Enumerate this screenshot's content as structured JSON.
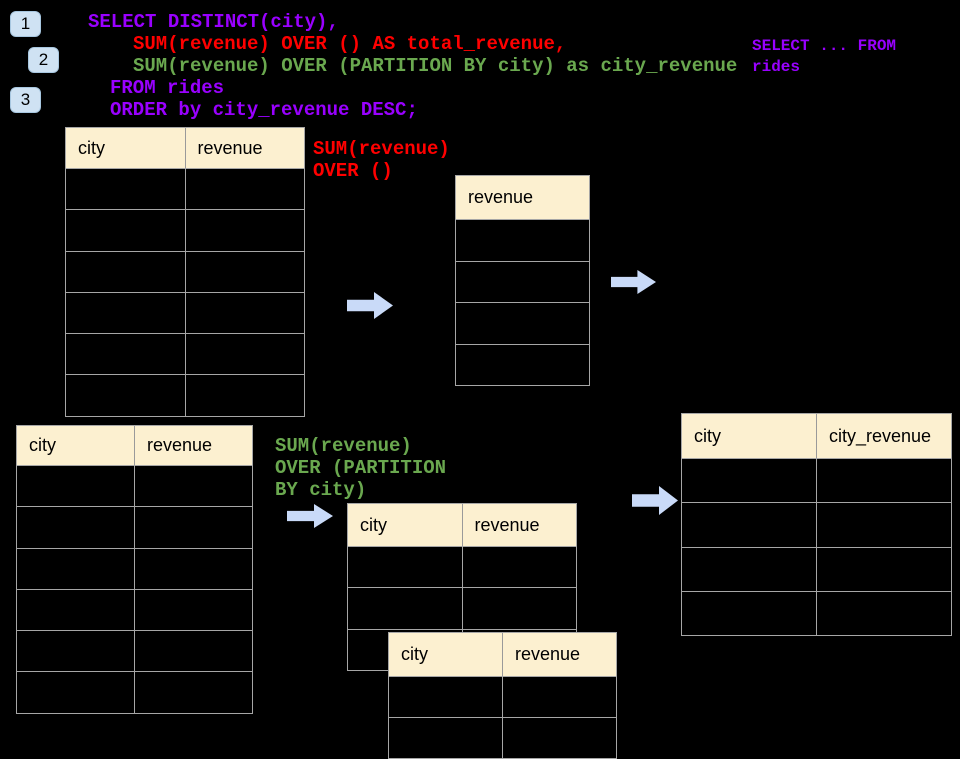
{
  "badges": [
    "1",
    "2",
    "3"
  ],
  "code": {
    "lines": [
      "SELECT DISTINCT(city),",
      "SUM(revenue) OVER () AS total_revenue,",
      "SUM(revenue) OVER (PARTITION BY city) as city_revenue",
      "FROM rides",
      "ORDER by city_revenue DESC;"
    ]
  },
  "side_note": {
    "lines": [
      "SELECT ... FROM",
      "rides"
    ]
  },
  "labels": {
    "total": [
      "SUM(revenue)",
      "OVER ()"
    ],
    "partition": [
      "SUM(revenue)",
      "OVER (PARTITION",
      "BY city)"
    ]
  },
  "tables": {
    "source_top": {
      "headers": [
        "city",
        "revenue"
      ],
      "row_count": 6
    },
    "total_result": {
      "headers": [
        "revenue"
      ],
      "row_count": 4
    },
    "source_bottom": {
      "headers": [
        "city",
        "revenue"
      ],
      "row_count": 6
    },
    "partition_mid": {
      "headers": [
        "city",
        "revenue"
      ],
      "row_count": 3
    },
    "partition_overlay": {
      "headers": [
        "city",
        "revenue"
      ],
      "row_count": 2
    },
    "result": {
      "headers": [
        "city",
        "city_revenue"
      ],
      "row_count": 4
    }
  },
  "colors": {
    "background": "#000000",
    "sql_keyword_purple": "#9900ff",
    "total_revenue_red": "#ff0000",
    "partition_green": "#6aa84f",
    "table_header_fill": "#fcf0d0",
    "table_border": "#a6a6a6",
    "arrow_fill": "#c9daf8",
    "badge_fill": "#cfe2f3"
  }
}
